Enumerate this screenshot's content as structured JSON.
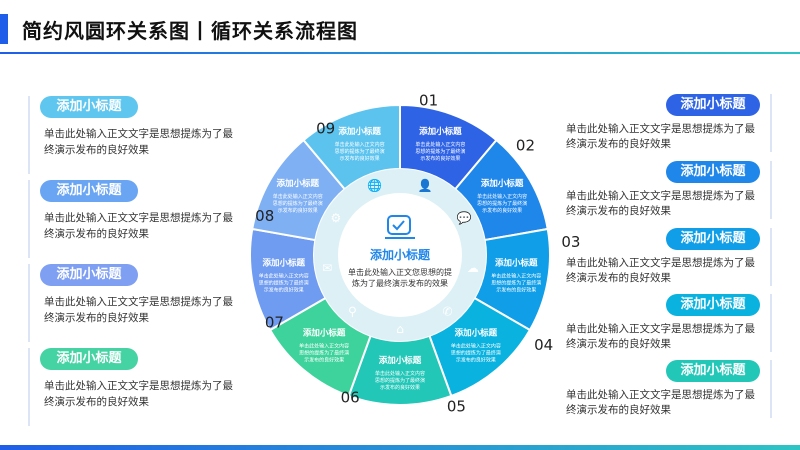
{
  "header": {
    "title": "简约风圆环关系图丨循环关系流程图"
  },
  "center": {
    "title": "添加小标题",
    "desc_lines": [
      "单击此处输入正文您思想的提",
      "炼为了最终演示发布的效果"
    ]
  },
  "segments": [
    {
      "num": "01",
      "title": "添加小标题",
      "lines": [
        "单击此处输入正文内容",
        "思想的提炼为了最终演",
        "示发布的良好效果"
      ],
      "color": "#2f63e6",
      "icon": "person-icon"
    },
    {
      "num": "02",
      "title": "添加小标题",
      "lines": [
        "单击此处输入正文内容",
        "思想的提炼为了最终演",
        "示发布的良好效果"
      ],
      "color": "#1f86ea",
      "icon": "chat-icon"
    },
    {
      "num": "03",
      "title": "添加小标题",
      "lines": [
        "单击此处输入正文内容",
        "思想的提炼为了最终演",
        "示发布的良好效果"
      ],
      "color": "#109ee8",
      "icon": "cloud-icon"
    },
    {
      "num": "04",
      "title": "添加小标题",
      "lines": [
        "单击此处输入正文内容",
        "思想的提炼为了最终演",
        "示发布的良好效果"
      ],
      "color": "#0ab2e0",
      "icon": "phone-icon"
    },
    {
      "num": "05",
      "title": "添加小标题",
      "lines": [
        "单击此处输入正文内容",
        "思想的提炼为了最终演",
        "示发布的良好效果"
      ],
      "color": "#22c7b8",
      "icon": "home-icon"
    },
    {
      "num": "06",
      "title": "添加小标题",
      "lines": [
        "单击此处输入正文内容",
        "思想的提炼为了最终演",
        "示发布的良好效果"
      ],
      "color": "#3ed39c",
      "icon": "location-icon"
    },
    {
      "num": "07",
      "title": "添加小标题",
      "lines": [
        "单击此处输入正文内容",
        "思想的提炼为了最终演",
        "示发布的良好效果"
      ],
      "color": "#6f9cf0",
      "icon": "mail-icon"
    },
    {
      "num": "08",
      "title": "添加小标题",
      "lines": [
        "单击此处输入正文内容",
        "思想的提炼为了最终演",
        "示发布的良好效果"
      ],
      "color": "#7fb0f4",
      "icon": "gear-icon"
    },
    {
      "num": "09",
      "title": "添加小标题",
      "lines": [
        "单击此处输入正文内容",
        "思想的提炼为了最终演",
        "示发布的良好效果"
      ],
      "color": "#5cc3ef",
      "icon": "globe-icon"
    }
  ],
  "left_items": [
    {
      "label": "添加小标题",
      "desc": "单击此处输入正文文字是思想提炼为了最终演示发布的良好效果",
      "color": "#5fc7ef"
    },
    {
      "label": "添加小标题",
      "desc": "单击此处输入正文文字是思想提炼为了最终演示发布的良好效果",
      "color": "#6aa5f3"
    },
    {
      "label": "添加小标题",
      "desc": "单击此处输入正文文字是思想提炼为了最终演示发布的良好效果",
      "color": "#7f9ff3"
    },
    {
      "label": "添加小标题",
      "desc": "单击此处输入正文文字是思想提炼为了最终演示发布的良好效果",
      "color": "#46d3a4"
    }
  ],
  "right_items": [
    {
      "label": "添加小标题",
      "desc": "单击此处输入正文文字是思想提炼为了最终演示发布的良好效果",
      "color": "#2f63e6"
    },
    {
      "label": "添加小标题",
      "desc": "单击此处输入正文文字是思想提炼为了最终演示发布的良好效果",
      "color": "#1f86ea"
    },
    {
      "label": "添加小标题",
      "desc": "单击此处输入正文文字是思想提炼为了最终演示发布的良好效果",
      "color": "#109ee8"
    },
    {
      "label": "添加小标题",
      "desc": "单击此处输入正文文字是思想提炼为了最终演示发布的良好效果",
      "color": "#0ab2e0"
    },
    {
      "label": "添加小标题",
      "desc": "单击此处输入正文文字是思想提炼为了最终演示发布的良好效果",
      "color": "#22c7b8"
    }
  ]
}
